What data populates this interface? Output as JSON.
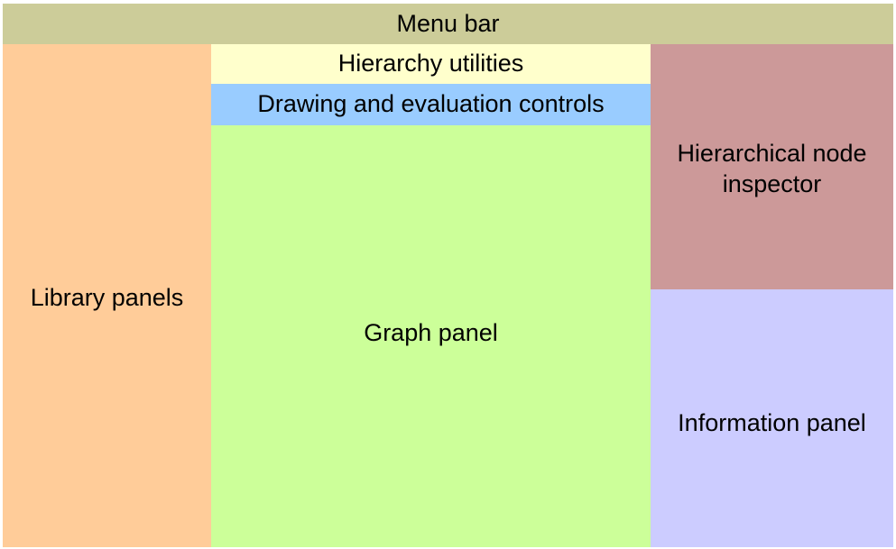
{
  "regions": {
    "menu_bar": {
      "label": "Menu bar",
      "color": "#cccc99"
    },
    "library_panels": {
      "label": "Library panels",
      "color": "#ffcc99"
    },
    "hierarchy_utilities": {
      "label": "Hierarchy utilities",
      "color": "#ffffcc"
    },
    "drawing_controls": {
      "label": "Drawing and evaluation controls",
      "color": "#99ccff"
    },
    "graph_panel": {
      "label": "Graph panel",
      "color": "#ccff99"
    },
    "node_inspector": {
      "label": "Hierarchical node inspector",
      "color": "#cc9999"
    },
    "information_panel": {
      "label": "Information panel",
      "color": "#ccccff"
    }
  }
}
